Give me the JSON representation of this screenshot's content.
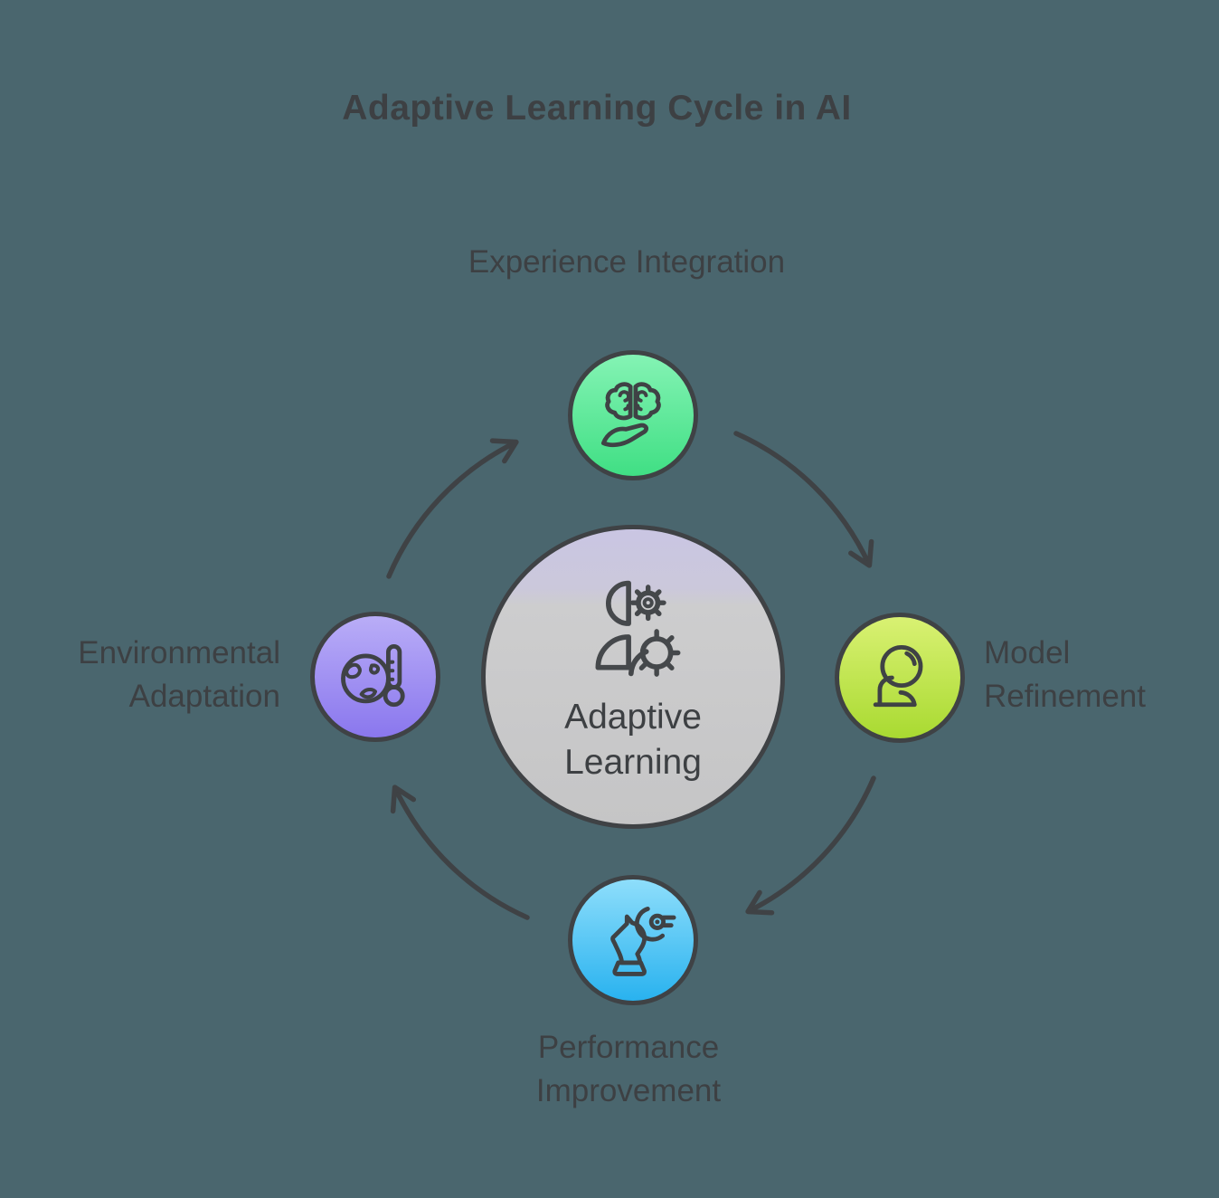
{
  "title": "Adaptive Learning Cycle in AI",
  "background_color": "#4a666e",
  "stroke_color": "#3f4245",
  "text_color": "#3d4043",
  "center": {
    "label": "Adaptive Learning",
    "icon": "person-gears-icon",
    "fill_top": "#cac6e3",
    "fill_bottom": "#c5c5c6"
  },
  "nodes": [
    {
      "id": "experience-integration",
      "label": "Experience Integration",
      "icon": "brain-in-hand-icon",
      "position": "top",
      "color_top": "#84f3b4",
      "color_bottom": "#40df84"
    },
    {
      "id": "model-refinement",
      "label": "Model Refinement",
      "icon": "polished-lens-icon",
      "position": "right",
      "color_top": "#d9f173",
      "color_bottom": "#a9da31"
    },
    {
      "id": "performance-improvement",
      "label": "Performance Improvement",
      "icon": "chess-knight-claw-icon",
      "position": "bottom",
      "color_top": "#8edefb",
      "color_bottom": "#29b2ef"
    },
    {
      "id": "environmental-adaptation",
      "label": "Environmental Adaptation",
      "icon": "globe-thermometer-icon",
      "position": "left",
      "color_top": "#b9adf7",
      "color_bottom": "#8a77ee"
    }
  ],
  "arrows": {
    "direction": "clockwise",
    "color": "#3f4245",
    "count": 4
  }
}
